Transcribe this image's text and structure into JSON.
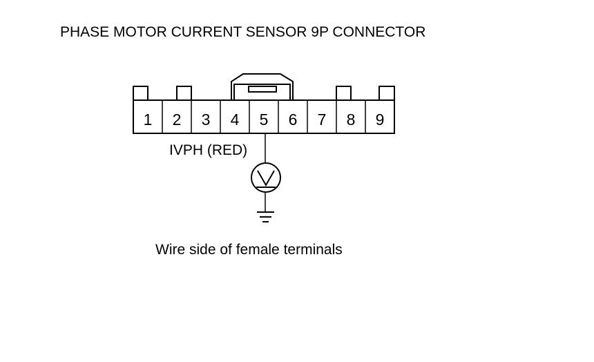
{
  "title": "PHASE MOTOR CURRENT SENSOR 9P CONNECTOR",
  "connector": {
    "pins": [
      "1",
      "2",
      "3",
      "4",
      "5",
      "6",
      "7",
      "8",
      "9"
    ]
  },
  "wire": {
    "label": "IVPH (RED)",
    "pin": "5"
  },
  "meter": {
    "symbol": "V",
    "icon": "voltmeter-icon"
  },
  "ground": {
    "icon": "ground-icon"
  },
  "caption": "Wire side of female terminals"
}
